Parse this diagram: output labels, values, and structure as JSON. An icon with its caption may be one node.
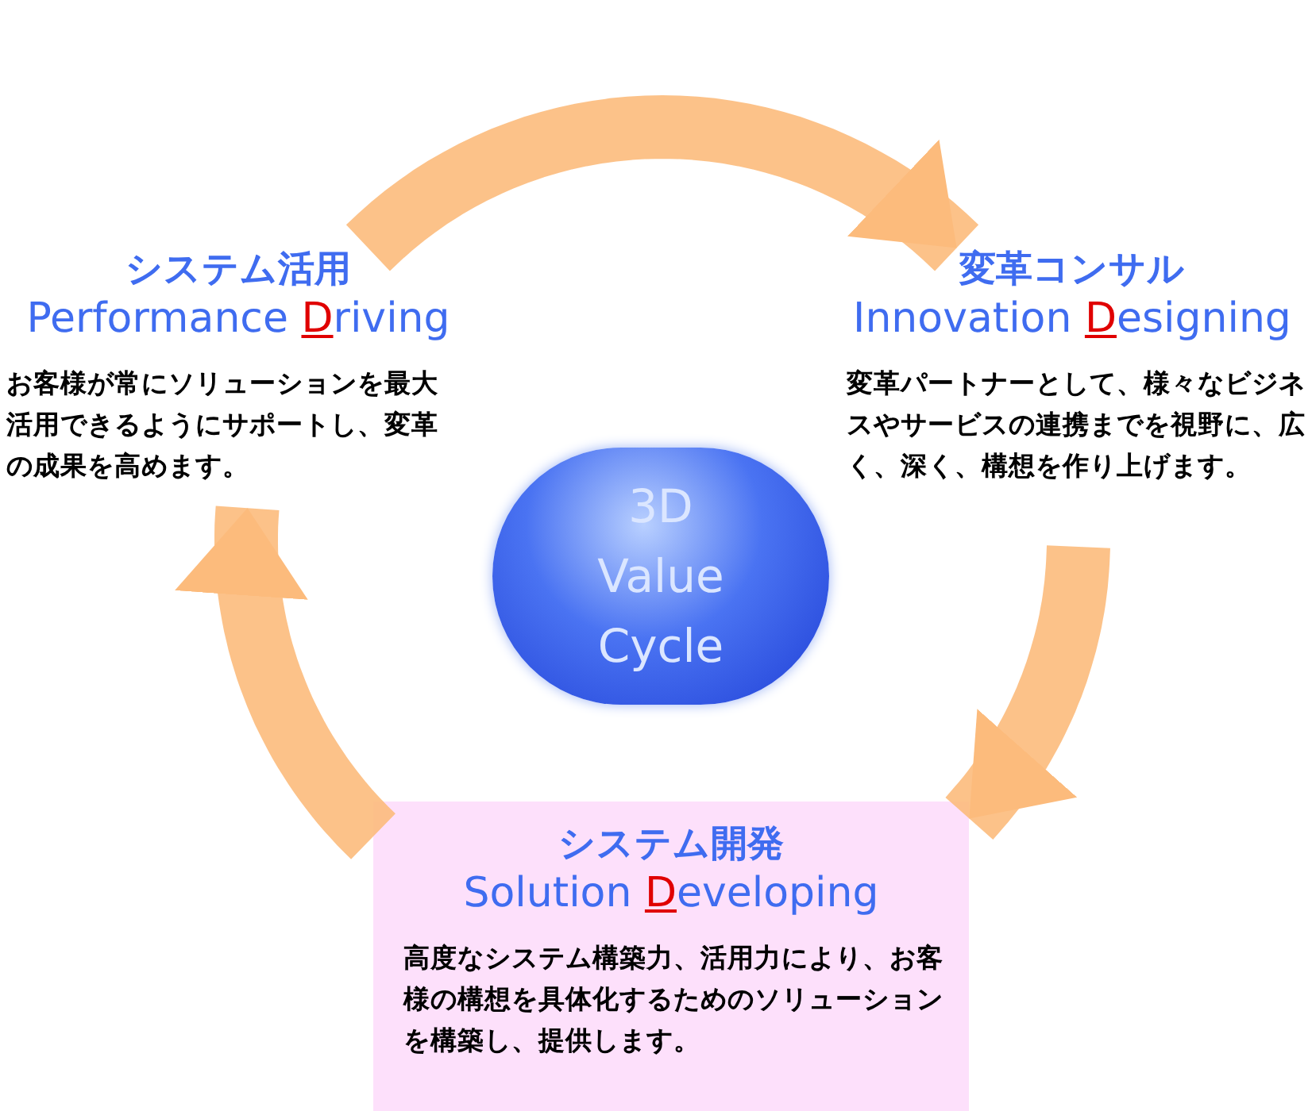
{
  "diagram": {
    "nodes": [
      {
        "text": [
          "システム活用",
          "Performance **D**riving",
          "お客様が常にソリューションを最大活用できるようにサポートし、変革の成果を高めます。"
        ]
      },
      {
        "text": [
          "変革コンサル",
          "Innovation **D**esigning",
          "変革パートナーとして、様々なビジネスやサービスの連携までを視野に、広く、深く、構想を作り上げます。"
        ]
      },
      {
        "text": [
          "システム開発",
          "Solution **D**eveloping",
          "高度なシステム構築力、活用力により、お客様の構想を具体化するためのソリューションを構築し、提供します。"
        ]
      },
      {
        "text": [
          "3D Value Cycle"
        ]
      }
    ],
    "edges": [
      {
        "from": 0,
        "to": 1,
        "arrow": "to"
      },
      {
        "from": 1,
        "to": 2,
        "arrow": "to"
      },
      {
        "from": 2,
        "to": 0,
        "arrow": "to"
      }
    ]
  }
}
